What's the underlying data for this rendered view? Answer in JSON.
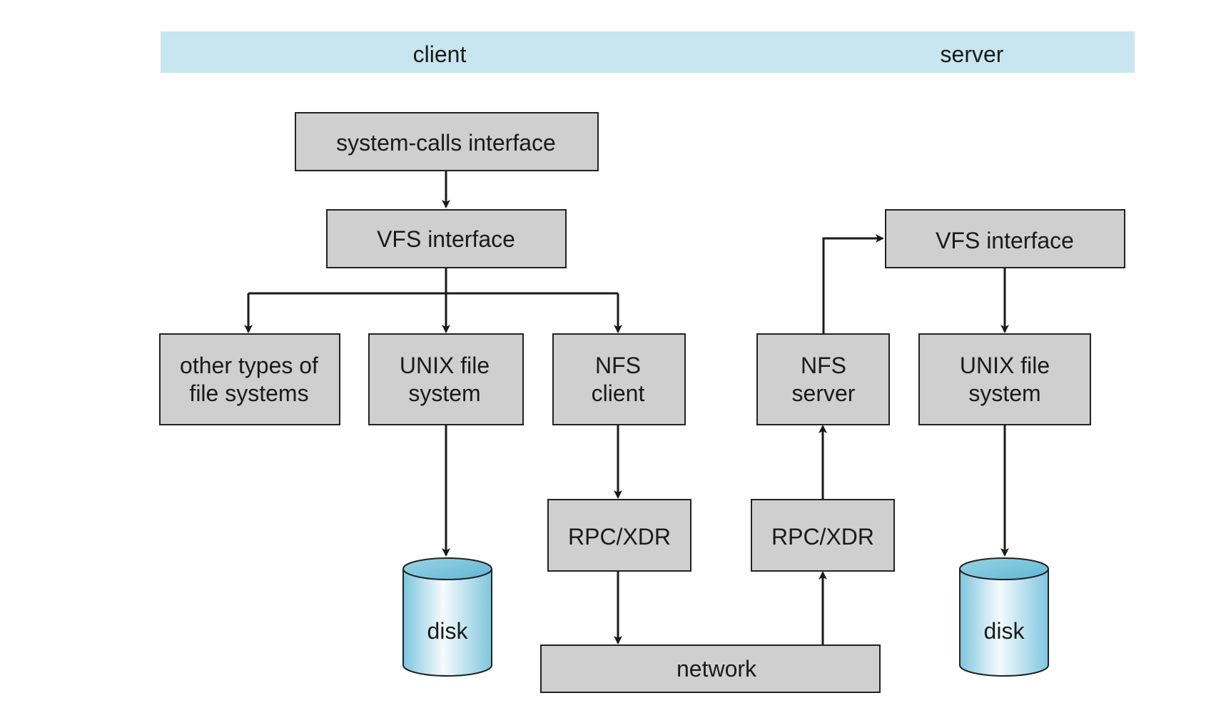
{
  "header": {
    "client_label": "client",
    "server_label": "server"
  },
  "client": {
    "syscalls": "system-calls interface",
    "vfs": "VFS interface",
    "other_fs": [
      "other types of",
      "file systems"
    ],
    "unix_fs": [
      "UNIX file",
      "system"
    ],
    "nfs_client": [
      "NFS",
      "client"
    ],
    "rpc": "RPC/XDR",
    "disk": "disk"
  },
  "server": {
    "vfs": "VFS interface",
    "nfs_server": [
      "NFS",
      "server"
    ],
    "unix_fs": [
      "UNIX file",
      "system"
    ],
    "rpc": "RPC/XDR",
    "disk": "disk"
  },
  "network": "network",
  "colors": {
    "header_band": "#c8e6ef",
    "box_fill": "#cfcfcf",
    "disk_fill": "#7fc6de"
  }
}
